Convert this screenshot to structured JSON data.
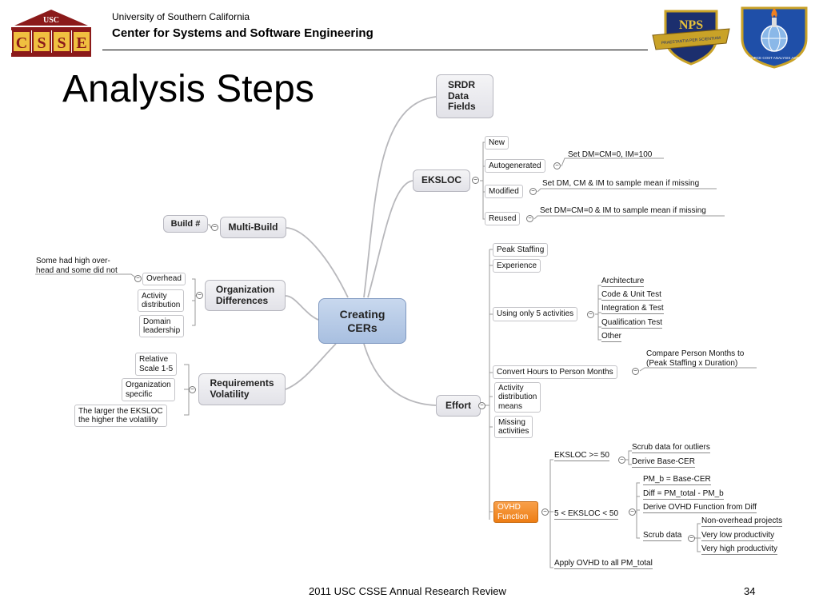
{
  "header": {
    "logo_top": "USC",
    "logo_letters": [
      "C",
      "S",
      "S",
      "E"
    ],
    "university": "University of Southern California",
    "center": "Center for Systems and Software Engineering",
    "nps_text": "NPS",
    "nps_motto": "PRAESTANTIA PER SCIENTIAM",
    "afcaa_text": "AIR FORCE COST ANALYSIS AGENCY"
  },
  "title": "Analysis Steps",
  "footer": {
    "text": "2011 USC CSSE Annual Research Review",
    "page": "34"
  },
  "colors": {
    "central": "#a8bfe0",
    "highlight": "#ee7e14",
    "node": "#e8e8ee"
  },
  "map": {
    "central": "Creating\nCERs",
    "srdr": "SRDR\nData\nFields",
    "eksloc": {
      "label": "EKSLOC",
      "children": [
        "New",
        "Autogenerated",
        "Modified",
        "Reused"
      ],
      "notes": [
        "Set DM=CM=0, IM=100",
        "Set DM, CM & IM to sample mean if missing",
        "Set DM=CM=0 & IM to sample mean if missing"
      ]
    },
    "multibuild": {
      "label": "Multi-Build",
      "child": "Build #"
    },
    "org": {
      "label": "Organization\nDifferences",
      "children": [
        "Overhead",
        "Activity\ndistribution",
        "Domain\nleadership"
      ],
      "note": "Some had high over-\nhead and some did not"
    },
    "req": {
      "label": "Requirements\nVolatility",
      "children": [
        "Relative\nScale 1-5",
        "Organization\nspecific",
        "The larger the EKSLOC\nthe higher the volatility"
      ]
    },
    "effort": {
      "label": "Effort",
      "children": [
        "Peak Staffing",
        "Experience",
        "Using only 5 activities",
        "Convert Hours to Person Months",
        "Activity\ndistribution\nmeans",
        "Missing\nactivities"
      ],
      "activities": [
        "Architecture",
        "Code & Unit Test",
        "Integration & Test",
        "Qualification Test",
        "Other"
      ],
      "convert_note": "Compare Person Months to\n(Peak Staffing x Duration)"
    },
    "ovhd": {
      "label": "OVHD\nFunction",
      "eksloc_ge": "EKSLOC >= 50",
      "ge_items": [
        "Scrub data for outliers",
        "Derive Base-CER"
      ],
      "eksloc_range": "5 < EKSLOC < 50",
      "range_items": [
        "PM_b = Base-CER",
        "Diff = PM_total - PM_b",
        "Derive OVHD Function from Diff",
        "Scrub data"
      ],
      "scrub_items": [
        "Non-overhead projects",
        "Very low productivity",
        "Very high productivity"
      ],
      "apply": "Apply OVHD to all PM_total"
    }
  }
}
